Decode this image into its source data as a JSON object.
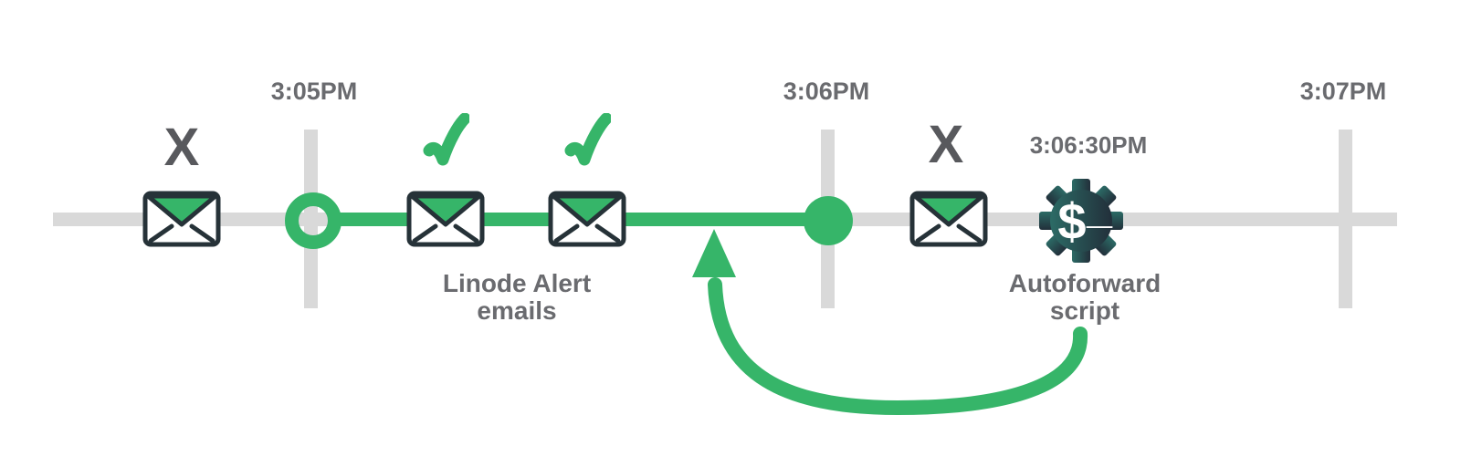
{
  "colors": {
    "green": "#36b569",
    "track_gray": "#d9d9d9",
    "label_gray": "#6a6b6f",
    "x_gray": "#58595d",
    "outline_dark": "#263238",
    "gear_teal": "#2c6b66",
    "gear_dark": "#222f3a",
    "white": "#ffffff"
  },
  "timeline": {
    "ticks": [
      {
        "label": "3:05PM"
      },
      {
        "label": "3:06PM"
      },
      {
        "label": "3:07PM"
      }
    ]
  },
  "events": {
    "blocked_email_1": {
      "icon": "envelope",
      "status_glyph": "X"
    },
    "delivered_email_1": {
      "icon": "envelope",
      "status_icon": "checkmark"
    },
    "delivered_email_2": {
      "icon": "envelope",
      "status_icon": "checkmark"
    },
    "blocked_email_2": {
      "icon": "envelope",
      "status_glyph": "X"
    },
    "autoforward": {
      "icon": "gear-terminal",
      "time": "3:06:30PM",
      "label_line1": "Autoforward",
      "label_line2": "script",
      "glyph_dollar": "$",
      "glyph_underscore": "_"
    }
  },
  "captions": {
    "linode_line1": "Linode Alert",
    "linode_line2": "emails"
  }
}
